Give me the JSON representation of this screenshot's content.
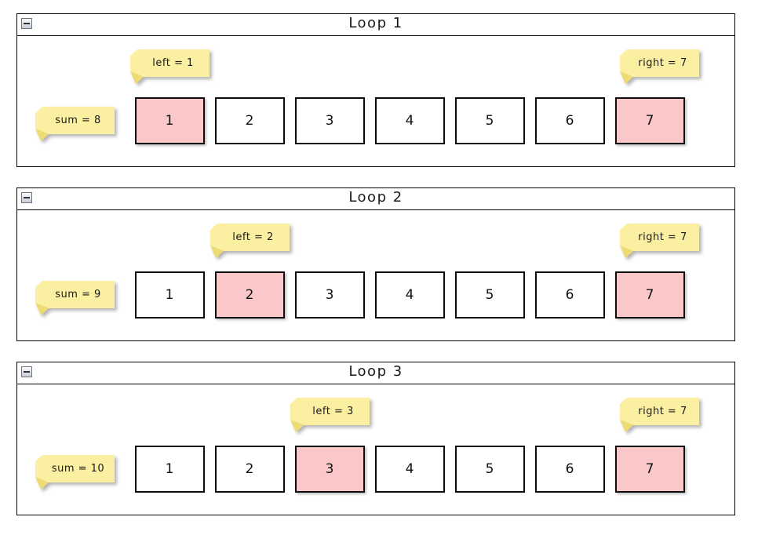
{
  "colors": {
    "note_fill": "#FBF0A1",
    "note_fold": "#EDDB74",
    "cell_highlight": "#FAC8C8",
    "cell_fill": "#FFFFFF",
    "stroke": "#000000"
  },
  "panels": [
    {
      "title": "Loop 1",
      "notes": {
        "left": "left = 1",
        "right": "right = 7",
        "sum": "sum = 8"
      },
      "cells": [
        {
          "label": "1",
          "highlighted": true
        },
        {
          "label": "2",
          "highlighted": false
        },
        {
          "label": "3",
          "highlighted": false
        },
        {
          "label": "4",
          "highlighted": false
        },
        {
          "label": "5",
          "highlighted": false
        },
        {
          "label": "6",
          "highlighted": false
        },
        {
          "label": "7",
          "highlighted": true
        }
      ]
    },
    {
      "title": "Loop 2",
      "notes": {
        "left": "left = 2",
        "right": "right = 7",
        "sum": "sum = 9"
      },
      "cells": [
        {
          "label": "1",
          "highlighted": false
        },
        {
          "label": "2",
          "highlighted": true
        },
        {
          "label": "3",
          "highlighted": false
        },
        {
          "label": "4",
          "highlighted": false
        },
        {
          "label": "5",
          "highlighted": false
        },
        {
          "label": "6",
          "highlighted": false
        },
        {
          "label": "7",
          "highlighted": true
        }
      ]
    },
    {
      "title": "Loop 3",
      "notes": {
        "left": "left = 3",
        "right": "right = 7",
        "sum": "sum = 10"
      },
      "cells": [
        {
          "label": "1",
          "highlighted": false
        },
        {
          "label": "2",
          "highlighted": false
        },
        {
          "label": "3",
          "highlighted": true
        },
        {
          "label": "4",
          "highlighted": false
        },
        {
          "label": "5",
          "highlighted": false
        },
        {
          "label": "6",
          "highlighted": false
        },
        {
          "label": "7",
          "highlighted": true
        }
      ]
    }
  ]
}
